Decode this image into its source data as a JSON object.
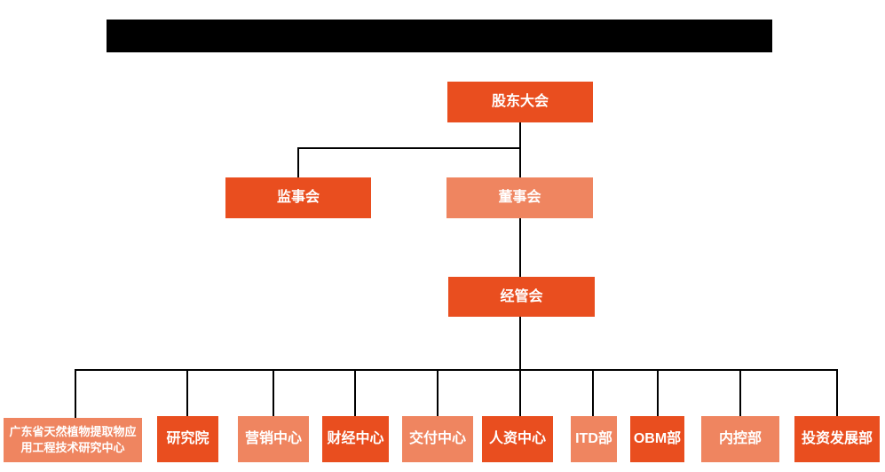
{
  "colors": {
    "primary_orange": "#e94e1f",
    "secondary_salmon": "#ef8560",
    "connector_black": "#000000",
    "redaction_black": "#000000",
    "text_white": "#ffffff",
    "background": "#ffffff"
  },
  "header": {
    "redacted_title": true
  },
  "org_chart": {
    "root": {
      "label": "股东大会",
      "variant": "primary"
    },
    "level2": [
      {
        "label": "监事会",
        "variant": "primary"
      },
      {
        "label": "董事会",
        "variant": "secondary"
      }
    ],
    "level3": {
      "label": "经管会",
      "variant": "primary"
    },
    "departments": [
      {
        "label": "广东省天然植物提取物应用工程技术研究中心",
        "variant": "secondary"
      },
      {
        "label": "研究院",
        "variant": "primary"
      },
      {
        "label": "营销中心",
        "variant": "secondary"
      },
      {
        "label": "财经中心",
        "variant": "primary"
      },
      {
        "label": "交付中心",
        "variant": "secondary"
      },
      {
        "label": "人资中心",
        "variant": "primary"
      },
      {
        "label": "ITD部",
        "variant": "secondary"
      },
      {
        "label": "OBM部",
        "variant": "primary"
      },
      {
        "label": "内控部",
        "variant": "secondary"
      },
      {
        "label": "投资发展部",
        "variant": "primary"
      }
    ]
  }
}
